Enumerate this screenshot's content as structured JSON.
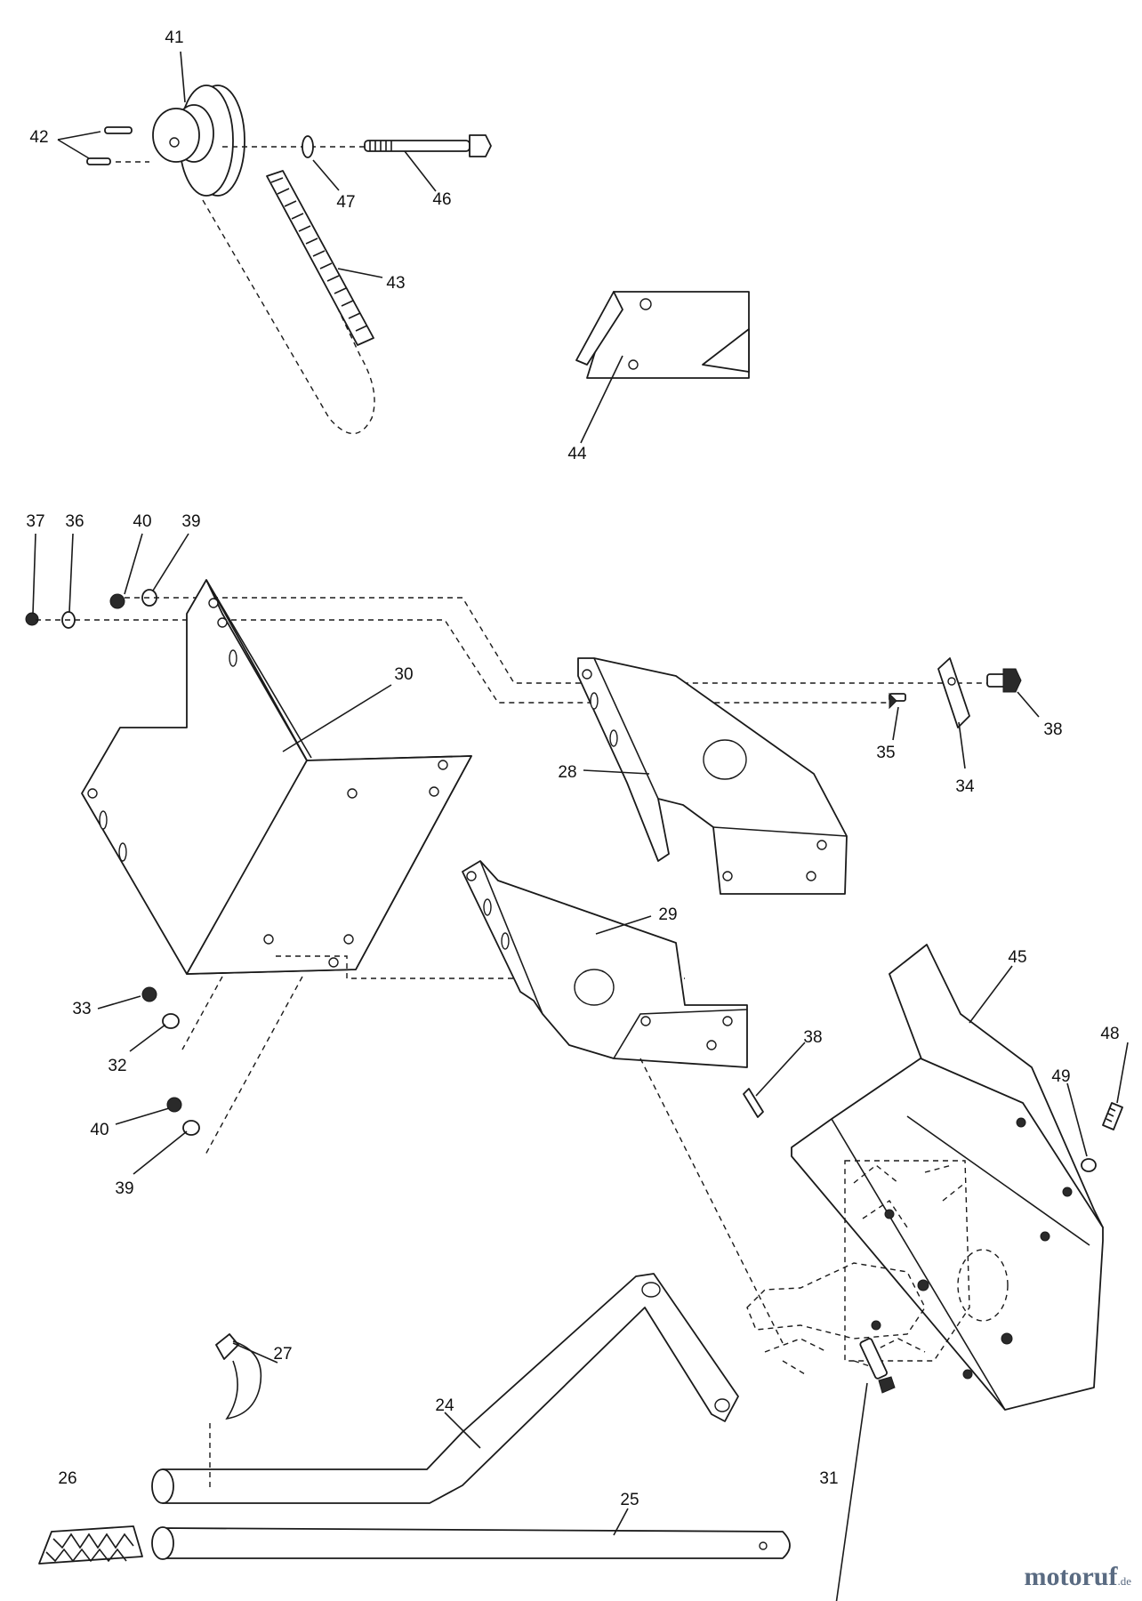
{
  "diagram": {
    "part_numbers": {
      "p41": "41",
      "p42": "42",
      "p47": "47",
      "p46": "46",
      "p43": "43",
      "p44": "44",
      "p37": "37",
      "p36": "36",
      "p40a": "40",
      "p39a": "39",
      "p30": "30",
      "p28": "28",
      "p35": "35",
      "p34": "34",
      "p38a": "38",
      "p29": "29",
      "p33": "33",
      "p32": "32",
      "p40b": "40",
      "p39b": "39",
      "p38b": "38",
      "p45": "45",
      "p48": "48",
      "p49": "49",
      "p27": "27",
      "p24": "24",
      "p26": "26",
      "p25": "25",
      "p31": "31"
    }
  },
  "watermark": {
    "brand": "motoruf",
    "tld": ".de",
    "colors": {
      "text": "#5a6b82",
      "accent": "#d24a1c"
    }
  }
}
